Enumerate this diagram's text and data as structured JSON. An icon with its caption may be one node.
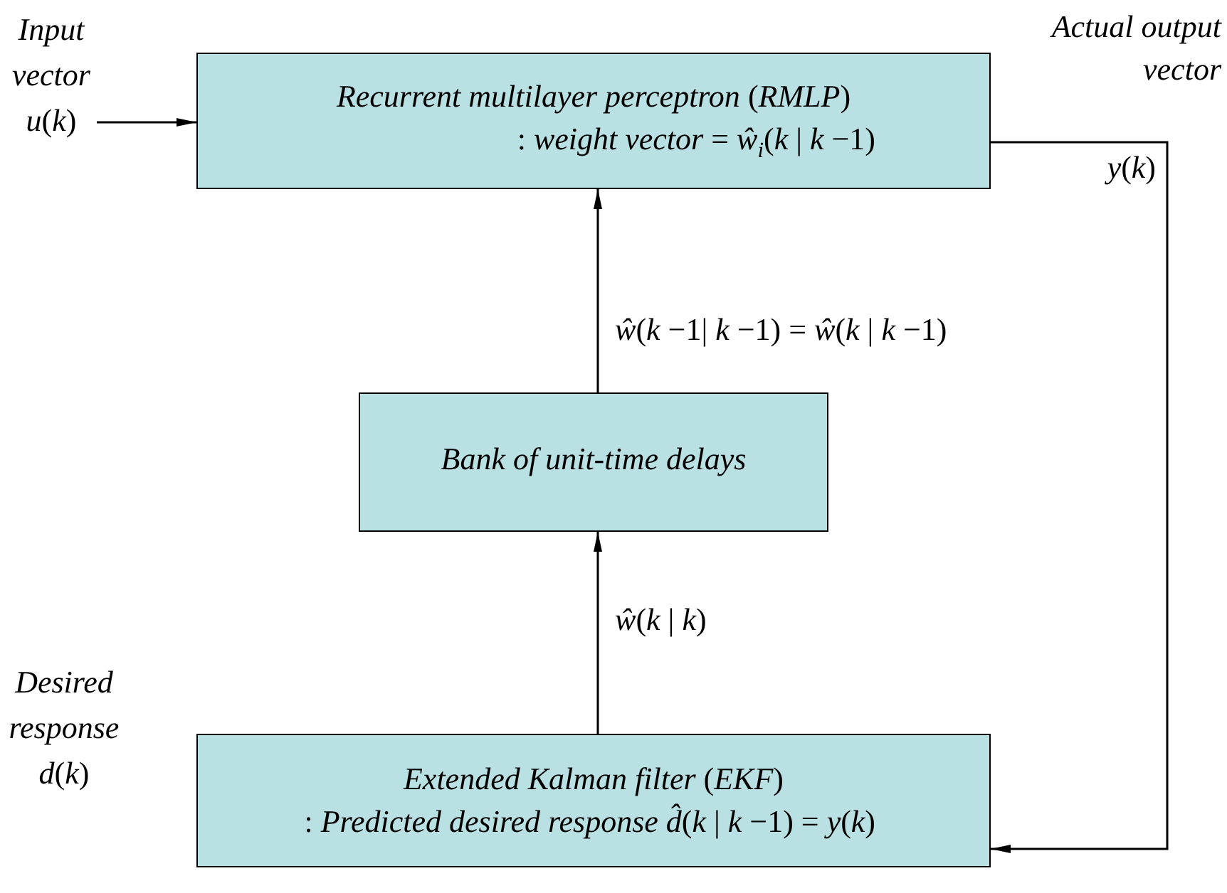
{
  "diagram": {
    "nodes": [
      {
        "text": [
          "*Input vector u*(*k*)"
        ]
      },
      {
        "text": [
          "*Recurrent  multilayer perceptron* (*RMLP*)",
          ": *weight vector* =  *ŵ*$_{i}$(*k* | *k* −1)"
        ]
      },
      {
        "text": [
          "Bank of unit-time delays"
        ]
      },
      {
        "text": [
          "*Desired response d*(*k*)"
        ]
      },
      {
        "text": [
          "*Extended Kalman filter* (*EKF*)",
          ": *Predicted desired response*  *d̂*(*k* | *k* −1) = *y*(*k*)"
        ]
      }
    ],
    "edges": [
      {
        "from": 0,
        "to": 1,
        "arrow": "to"
      },
      {
        "from": 1,
        "to": 4,
        "arrow": "to"
      },
      {
        "from": 4,
        "to": 2,
        "arrow": "to",
        "label": "*ŵ*(*k* | *k*)"
      },
      {
        "from": 2,
        "to": 1,
        "arrow": "to",
        "label": "*ŵ*(*k* −1| *k* −1) = *ŵ*(*k* | *k* −1)"
      }
    ],
    "labels": [
      "Actual output vector",
      "*y*(*k*)"
    ]
  }
}
